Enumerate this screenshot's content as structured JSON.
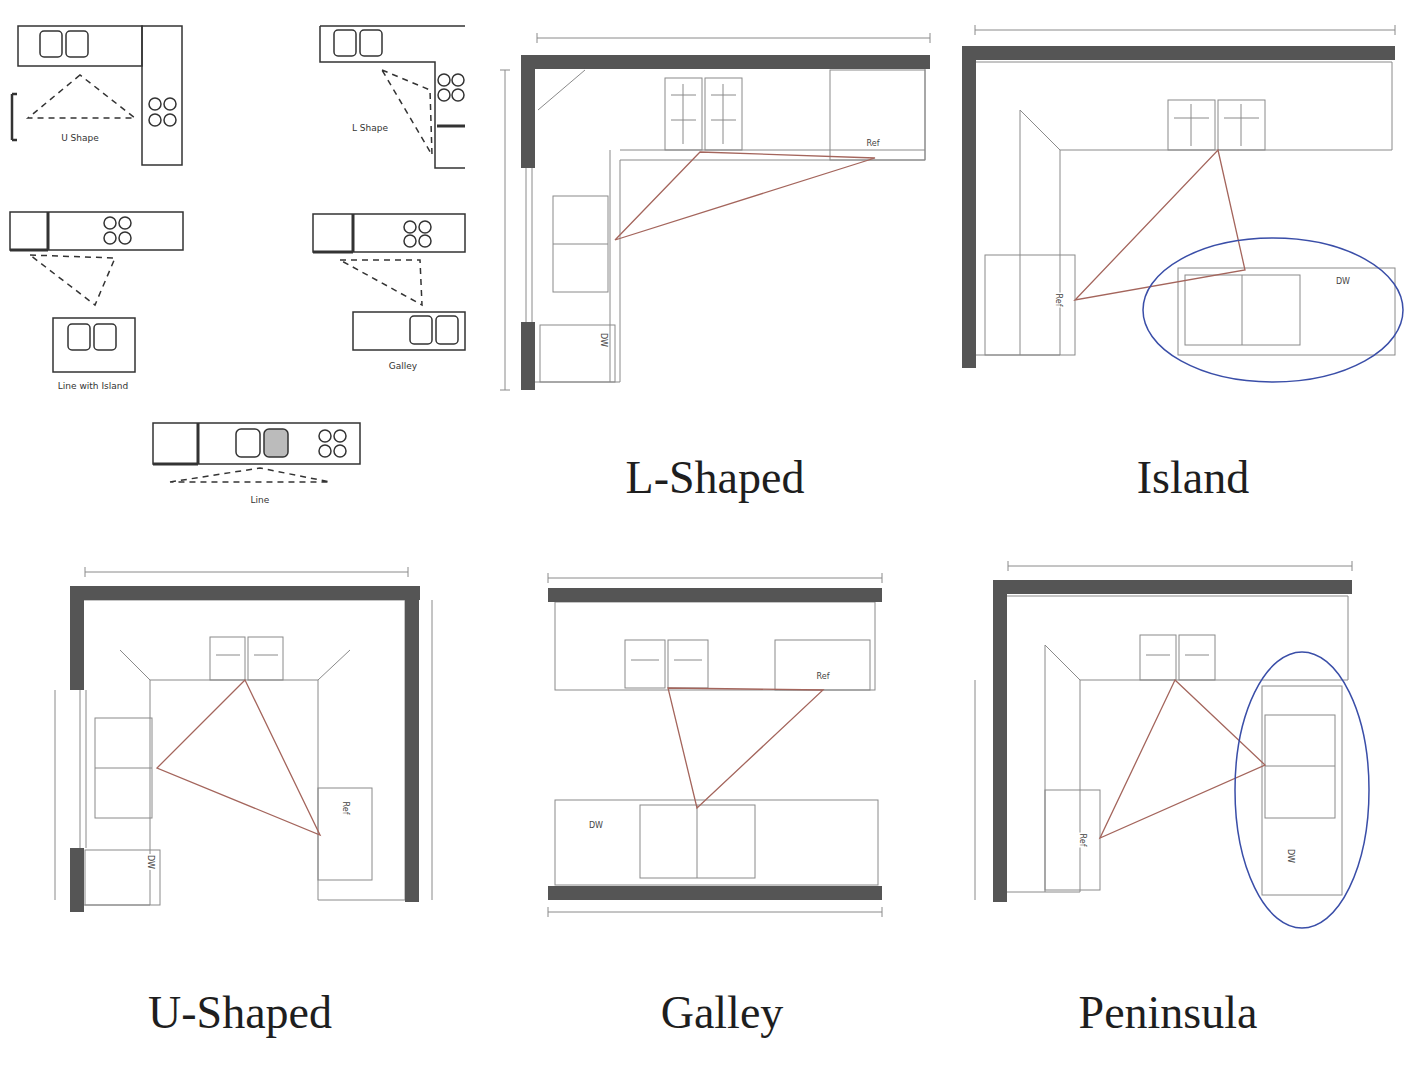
{
  "diagram": {
    "labels": [
      "U Shape",
      "L Shape",
      "Line with Island",
      "Galley",
      "Line",
      "L-Shaped",
      "Island",
      "U-Shaped",
      "Galley",
      "Peninsula",
      "Ref",
      "DW",
      "Ref",
      "DW",
      "DW",
      "Ref",
      "Ref",
      "DW",
      "Ref",
      "DW"
    ]
  }
}
